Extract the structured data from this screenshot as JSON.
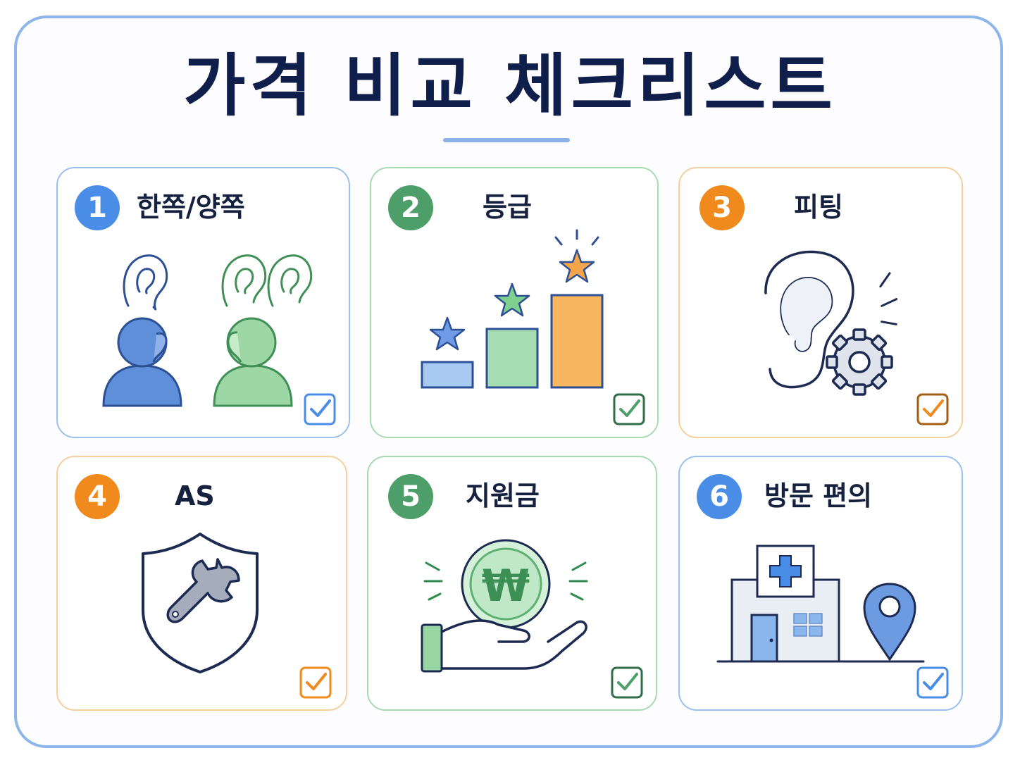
{
  "title": "가격 비교 체크리스트",
  "colors": {
    "blue": "#4a8de6",
    "green": "#4d9e68",
    "orange": "#f08a1c",
    "navy": "#0f1e4a"
  },
  "items": [
    {
      "number": "1",
      "label": "한쪽/양쪽",
      "accent": "blue",
      "icon": "one-ear-vs-two-ears-icon",
      "checked": true
    },
    {
      "number": "2",
      "label": "등급",
      "accent": "green",
      "icon": "tier-bars-with-stars-icon",
      "checked": true
    },
    {
      "number": "3",
      "label": "피팅",
      "accent": "orange",
      "icon": "ear-with-gear-icon",
      "checked": true
    },
    {
      "number": "4",
      "label": "AS",
      "accent": "orange",
      "icon": "shield-wrench-icon",
      "checked": true
    },
    {
      "number": "5",
      "label": "지원금",
      "accent": "green",
      "icon": "hand-holding-won-coin-icon",
      "checked": true
    },
    {
      "number": "6",
      "label": "방문 편의",
      "accent": "blue",
      "icon": "clinic-with-location-pin-icon",
      "checked": true
    }
  ]
}
